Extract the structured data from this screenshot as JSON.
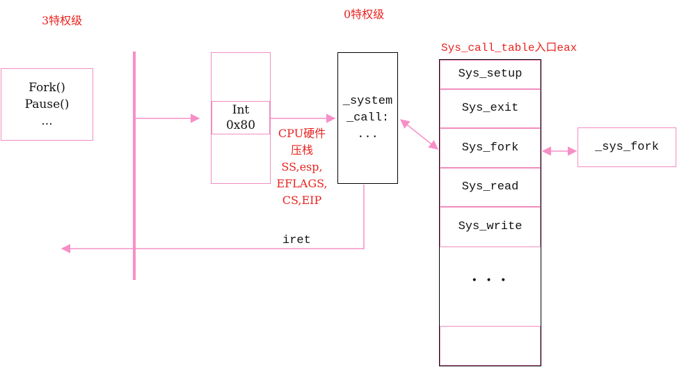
{
  "level3_label": "3特权级",
  "level0_label": "0特权级",
  "table_title": "Sys_call_table入口eax",
  "user_box": {
    "lines": [
      "Fork()",
      "Pause()",
      "..."
    ]
  },
  "int_box": {
    "line1": "Int",
    "line2": "0x80"
  },
  "cpu_note": {
    "lines": [
      "CPU硬件",
      "压栈",
      "SS,esp,",
      "EFLAGS,",
      "CS,EIP"
    ]
  },
  "system_call_box": {
    "lines": [
      "_system",
      "_call:",
      "..."
    ]
  },
  "iret_label": "iret",
  "table_entries": [
    "Sys_setup",
    "Sys_exit",
    "Sys_fork",
    "Sys_read",
    "Sys_write"
  ],
  "table_ellipsis": "• • •",
  "sys_fork_box": "_sys_fork",
  "colors": {
    "accent_pink": "#f78fc7",
    "red_text": "#e8231f",
    "box_border": "#f08cbd"
  }
}
